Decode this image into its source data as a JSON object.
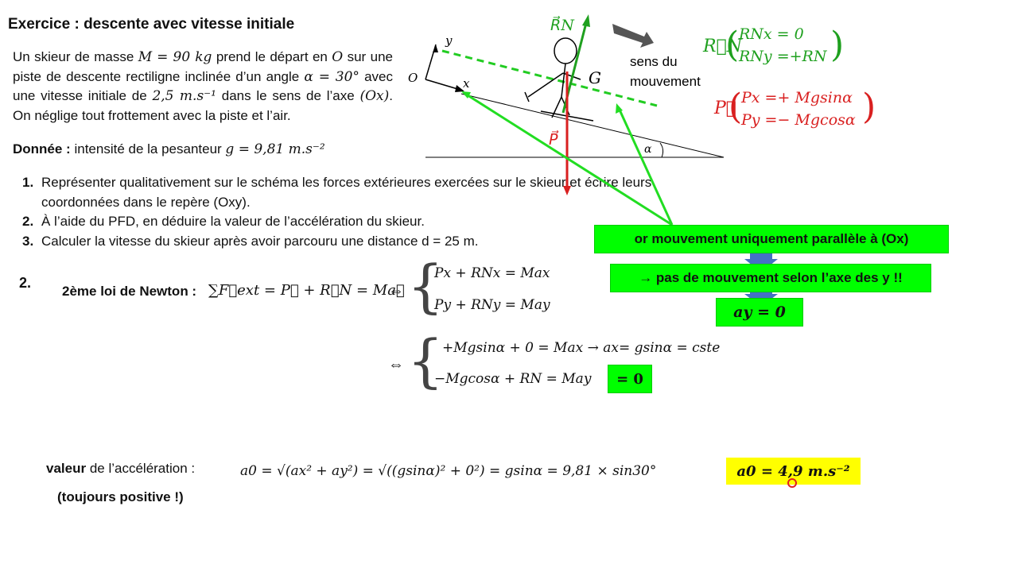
{
  "title": "Exercice : descente avec vitesse initiale",
  "intro": {
    "p1": "Un skieur de masse ",
    "m1": "M = 90 kg",
    "p2": " prend le départ en ",
    "m2": "O",
    "p3": " sur une piste de descente rectiligne inclinée d’un angle ",
    "m3": "α = 30°",
    "p4": " avec une vitesse initiale de ",
    "m4": "2,5 m.s⁻¹",
    "p5": " dans le sens de l’axe ",
    "m5": "(Ox)",
    "p6": ". On néglige tout frottement avec la piste et l’air."
  },
  "donnee": {
    "label": "Donnée :",
    "text": " intensité de la pesanteur ",
    "math": "g = 9,81 m.s⁻²"
  },
  "questions": [
    {
      "num": "1.",
      "text": "Représenter qualitativement sur le schéma les forces extérieures exercées sur le skieur et écrire leurs coordonnées dans le repère (Oxy)."
    },
    {
      "num": "2.",
      "text": "À l’aide du PFD, en déduire la valeur de l’accélération du skieur."
    },
    {
      "num": "3.",
      "text": "Calculer la vitesse du skieur après avoir parcouru une distance d = 25 m."
    }
  ],
  "diagram": {
    "label_y": "y",
    "label_x": "x",
    "label_O": "O",
    "label_G": "G",
    "label_alpha": "α",
    "label_RN": "R⃗N",
    "label_P": "P⃗",
    "sens_line1": "sens du",
    "sens_line2": "mouvement"
  },
  "rn_coords": {
    "name": "R⃗N",
    "x": "RNx = 0",
    "y": "RNy =+RN"
  },
  "p_coords": {
    "name": "P⃗",
    "x": "Px =+ Mgsinα",
    "y": "Py =− Mgcosα"
  },
  "answer2": {
    "num": "2.",
    "law_label": "2ème loi de Newton :",
    "law_eq": "∑F⃗ext = P⃗ + R⃗N = Ma⃗",
    "equiv": "⇔",
    "sys1_l1": "Px + RNx = Max",
    "sys1_l2": "Py + RNy = May",
    "sys2_l1": "+Mgsinα + 0 = Max  → ax= gsinα = cste",
    "sys2_l2": "−Mgcosα + RN = May",
    "eq_zero": "= 0"
  },
  "notes": {
    "box1": "or mouvement uniquement parallèle à (Ox)",
    "box2": "→ pas de mouvement selon l’axe des y !!",
    "box3": "ay = 0"
  },
  "accel": {
    "label1": "valeur",
    "label2": " de l’accélération :",
    "note": "(toujours positive !)",
    "formula": "a0 = √(ax² + ay²) = √((gsinα)² + 0²)  = gsinα  = 9,81 × sin30°",
    "result": "a0 = 4,9 m.s⁻²"
  },
  "colors": {
    "green_box": "#00ff00",
    "yellow_box": "#ffff00",
    "rn_vector": "#1fa01f",
    "p_vector": "#d92020",
    "arrow_blue": "#4472c4",
    "arrow_gray": "#555555"
  }
}
